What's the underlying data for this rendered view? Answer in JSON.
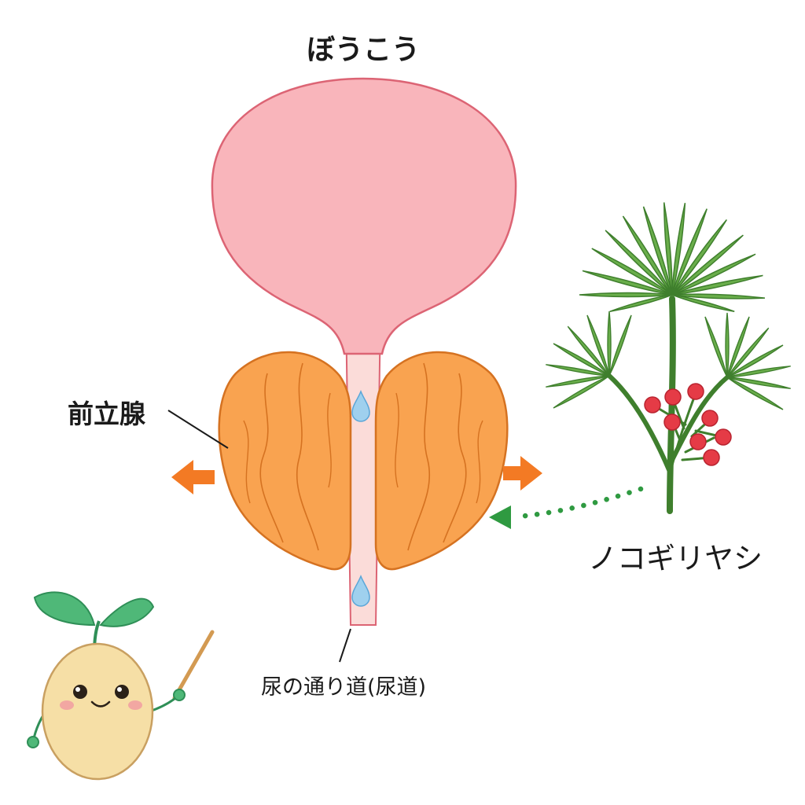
{
  "labels": {
    "bladder": "ぼうこう",
    "prostate": "前立腺",
    "saw_palmetto": "ノコギリヤシ",
    "urethra": "尿の通り道(尿道)"
  },
  "colors": {
    "bladder_fill": "#f9b5bb",
    "bladder_stroke": "#dc6474",
    "prostate_fill": "#f9a350",
    "prostate_stroke": "#d57221",
    "urethra_fill": "#fbdcd9",
    "arrow_orange": "#f37a24",
    "arrow_green": "#2f9a41",
    "leaf_green": "#6aae4b",
    "leaf_dark": "#3f7f2d",
    "berry_red": "#e53b46",
    "drop_blue": "#9fd0ee",
    "mascot_body": "#f6dfa6",
    "mascot_leaf": "#4fb878"
  },
  "icons": {
    "water_drop": "water-drop-icon",
    "arrow": "arrow-icon",
    "mascot": "seed-mascot"
  }
}
